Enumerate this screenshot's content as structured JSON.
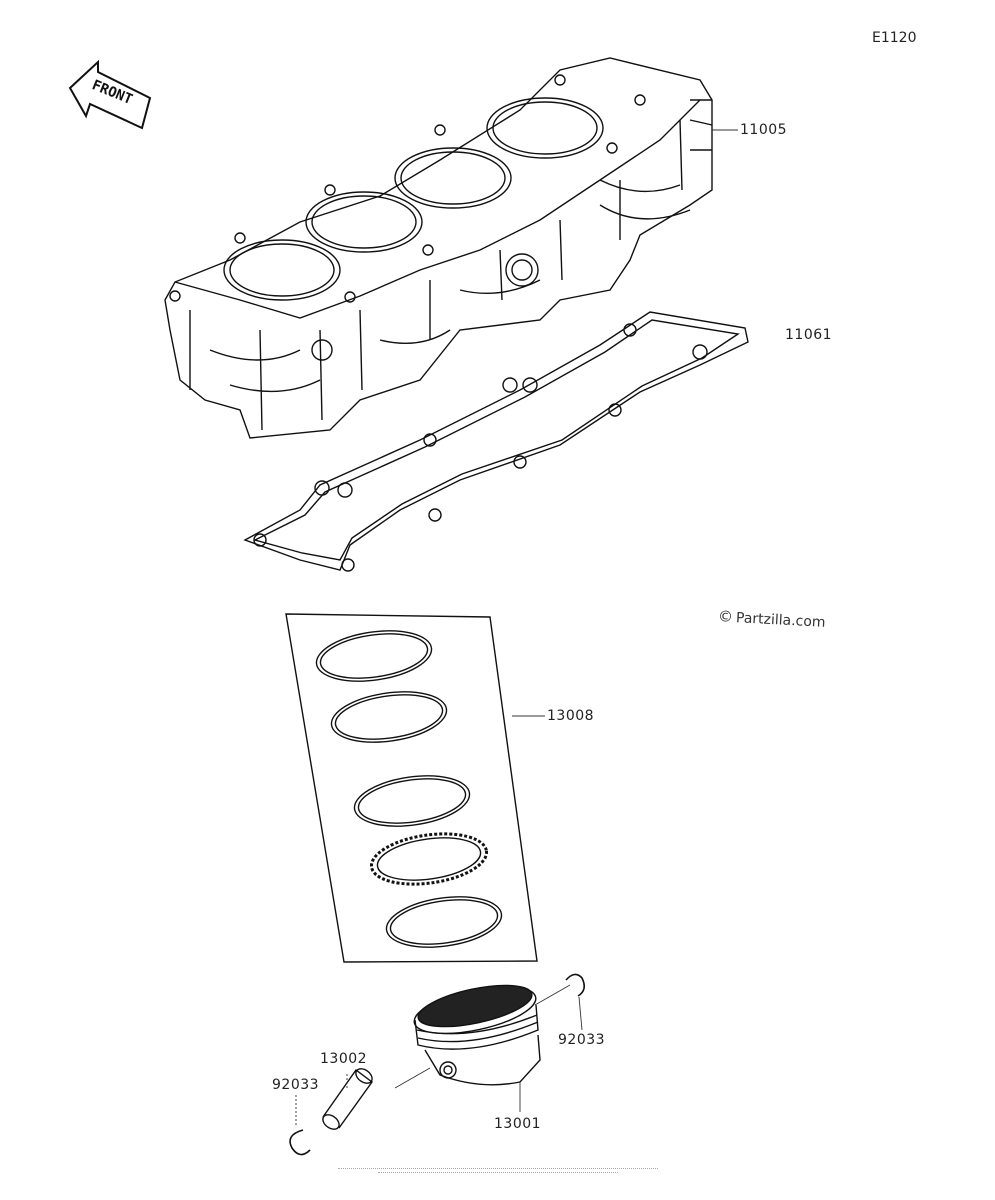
{
  "diagram_ref": "E1120",
  "front_label": "FRONT",
  "copyright": {
    "symbol": "©",
    "text": "Partzilla.com"
  },
  "parts": [
    {
      "number": "11005"
    },
    {
      "number": "11061"
    },
    {
      "number": "13008"
    },
    {
      "number": "13002"
    },
    {
      "number": "92033"
    },
    {
      "number": "13001"
    },
    {
      "number": "92033"
    }
  ]
}
